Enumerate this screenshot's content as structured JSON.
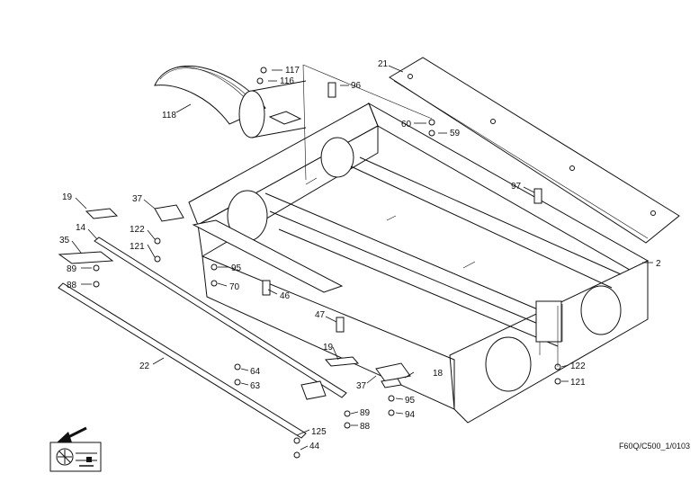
{
  "callouts": [
    "117",
    "116",
    "118",
    "96",
    "21",
    "60",
    "59",
    "97",
    "2",
    "19",
    "37",
    "14",
    "35",
    "122",
    "121",
    "95",
    "70",
    "46",
    "89",
    "88",
    "47",
    "22",
    "19",
    "64",
    "63",
    "37",
    "18",
    "95",
    "94",
    "89",
    "88",
    "125",
    "44",
    "122",
    "121"
  ],
  "drawing_code": "F60Q/C500_1/0103",
  "icons": {
    "direction": "arrow-down-left-icon",
    "machine": "combine-header-icon"
  }
}
